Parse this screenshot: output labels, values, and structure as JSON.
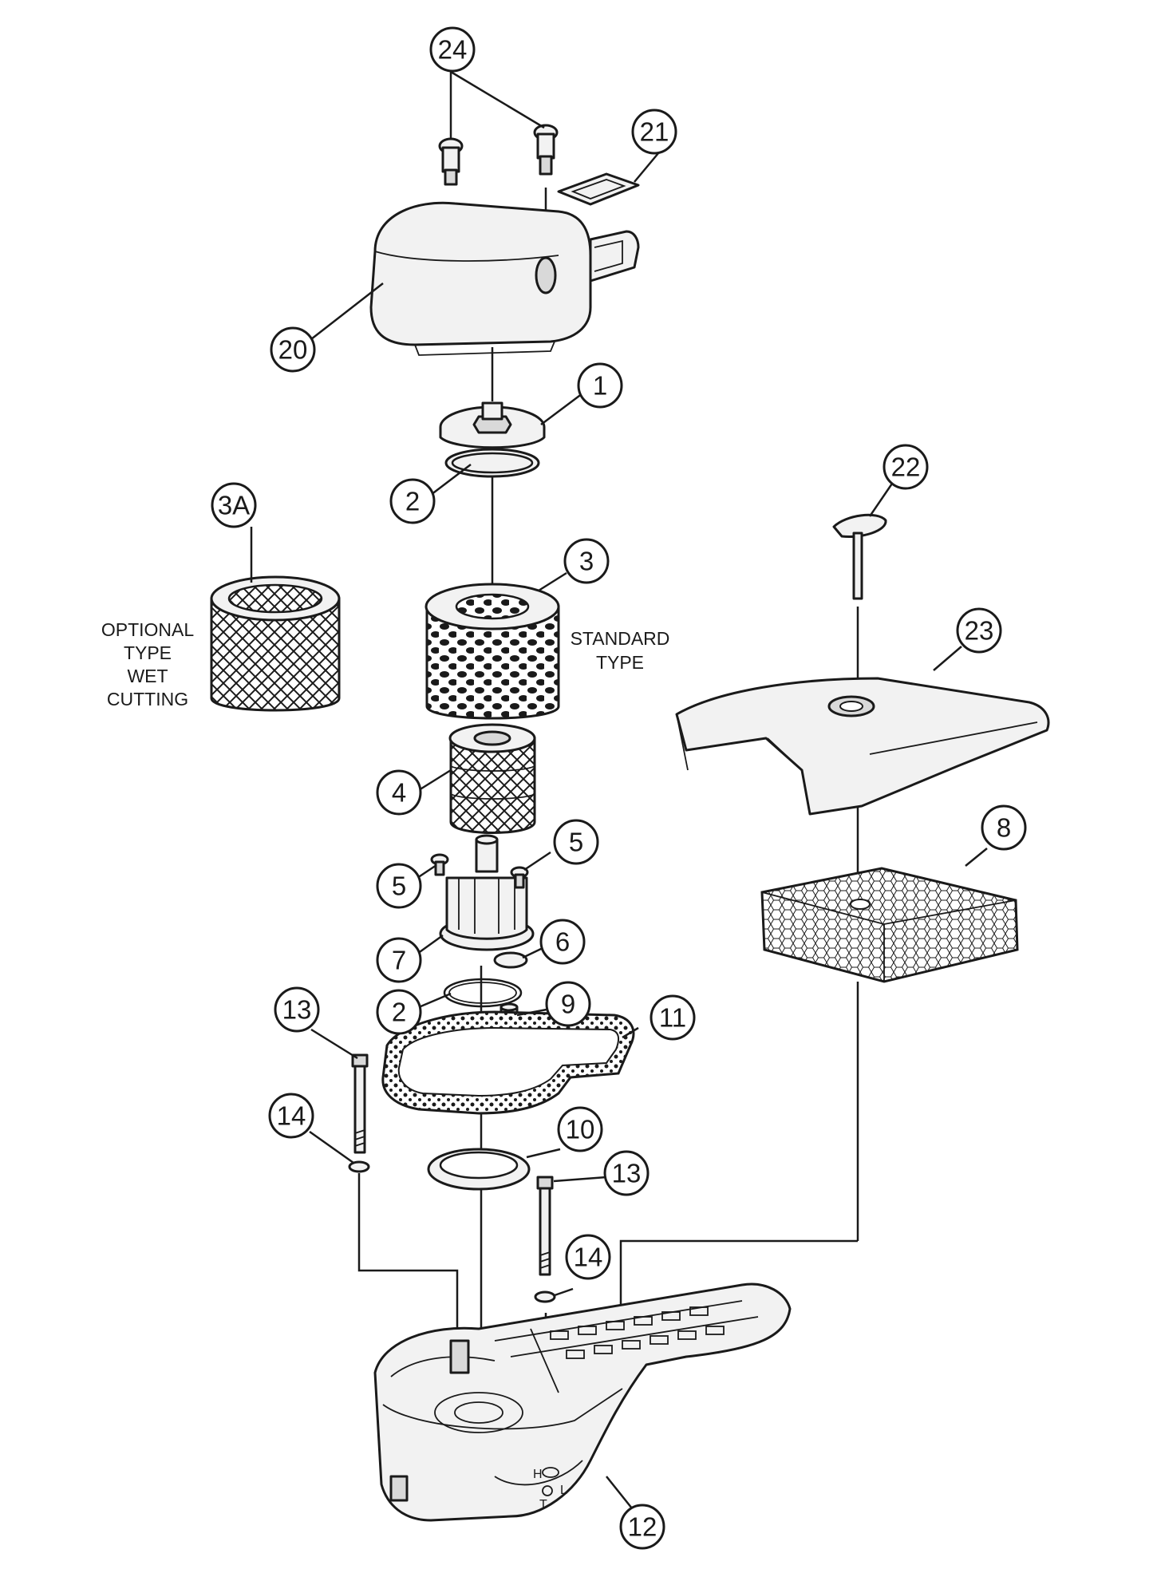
{
  "callouts": {
    "c24": "24",
    "c21": "21",
    "c20": "20",
    "c1": "1",
    "c2a": "2",
    "c3a": "3A",
    "c3": "3",
    "c4": "4",
    "c5a": "5",
    "c5b": "5",
    "c6": "6",
    "c7": "7",
    "c2b": "2",
    "c9": "9",
    "c11": "11",
    "c13a": "13",
    "c14a": "14",
    "c10": "10",
    "c13b": "13",
    "c14b": "14",
    "c12": "12",
    "c22": "22",
    "c23": "23",
    "c8": "8"
  },
  "labels": {
    "optional": [
      "OPTIONAL",
      "TYPE",
      "WET",
      "CUTTING"
    ],
    "standard": [
      "STANDARD",
      "TYPE"
    ]
  },
  "base_markings": {
    "h": "H",
    "l": "L",
    "t": "T"
  }
}
